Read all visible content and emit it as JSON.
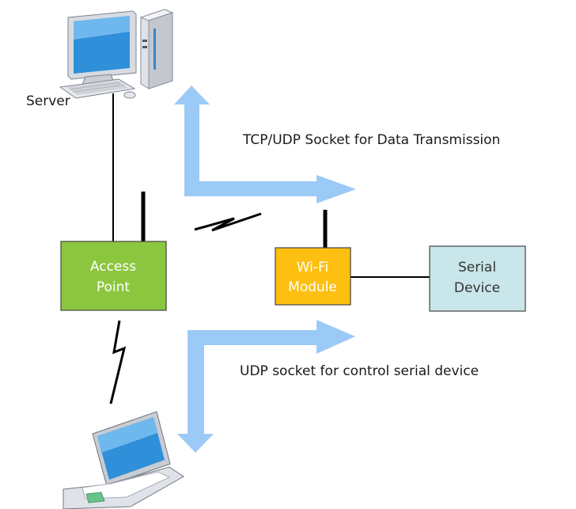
{
  "labels": {
    "server": "Server",
    "tcp_udp": "TCP/UDP Socket for Data Transmission",
    "udp_control": "UDP socket for control serial device"
  },
  "nodes": {
    "access_point": {
      "line1": "Access",
      "line2": "Point",
      "color": "#8cc63f",
      "text_color": "#ffffff"
    },
    "wifi_module": {
      "line1": "Wi-Fi",
      "line2": "Module",
      "color": "#fdc010",
      "text_color": "#ffffff"
    },
    "serial_device": {
      "line1": "Serial",
      "line2": "Device",
      "color": "#c9e6ea",
      "text_color": "#333333"
    }
  },
  "colors": {
    "arrow": "#9ccaf7",
    "line": "#000000"
  },
  "icons": [
    "desktop-computer-icon",
    "laptop-icon",
    "antenna-icon",
    "wireless-link-icon"
  ]
}
